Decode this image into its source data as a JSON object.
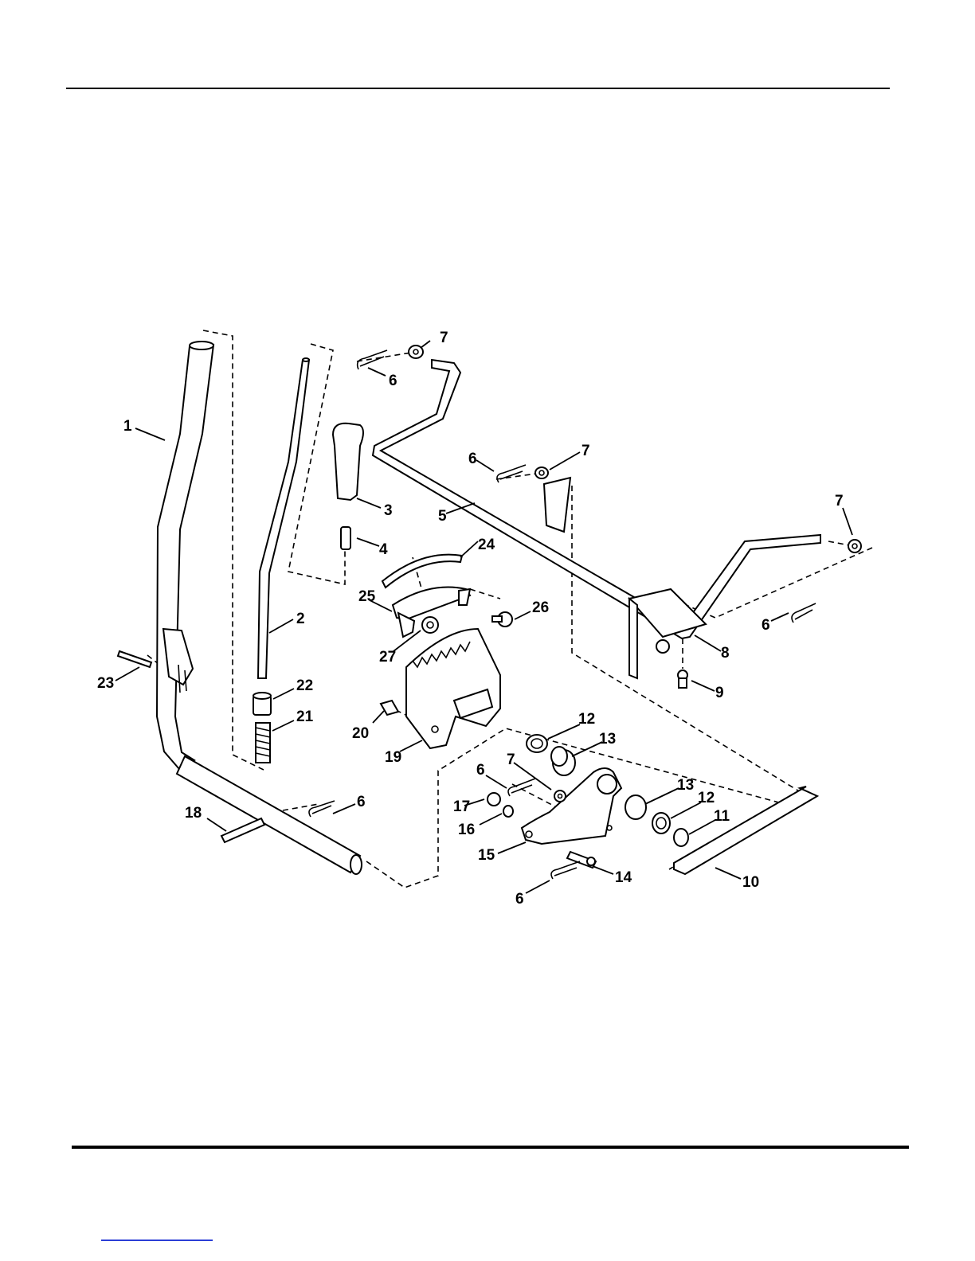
{
  "diagram": {
    "callouts": [
      "1",
      "2",
      "3",
      "4",
      "5",
      "6",
      "6",
      "6",
      "6",
      "6",
      "6",
      "7",
      "7",
      "7",
      "7",
      "8",
      "9",
      "10",
      "11",
      "12",
      "12",
      "13",
      "13",
      "14",
      "15",
      "16",
      "17",
      "18",
      "19",
      "20",
      "21",
      "22",
      "23",
      "24",
      "25",
      "26",
      "27"
    ]
  },
  "colors": {
    "ink": "#000000",
    "footer_link": "#2b3ed6"
  }
}
